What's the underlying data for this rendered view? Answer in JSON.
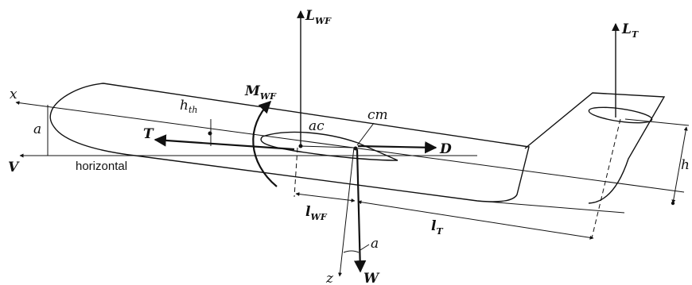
{
  "labels": {
    "x_axis": "x",
    "z_axis": "z",
    "velocity": "V",
    "horizontal": "horizontal",
    "alpha_nose": "a",
    "alpha_bottom": "a",
    "thrust": "T",
    "thrust_offset_main": "h",
    "thrust_offset_sub": "th",
    "lift_wf_main": "L",
    "lift_wf_sub": "WF",
    "moment_wf_main": "M",
    "moment_wf_sub": "WF",
    "aero_center": "ac",
    "center_of_mass": "cm",
    "drag": "D",
    "weight": "W",
    "lift_tail_main": "L",
    "lift_tail_sub": "T",
    "tail_height_main": "h",
    "arm_wf_main": "l",
    "arm_wf_sub": "WF",
    "arm_tail_main": "l",
    "arm_tail_sub": "T"
  }
}
